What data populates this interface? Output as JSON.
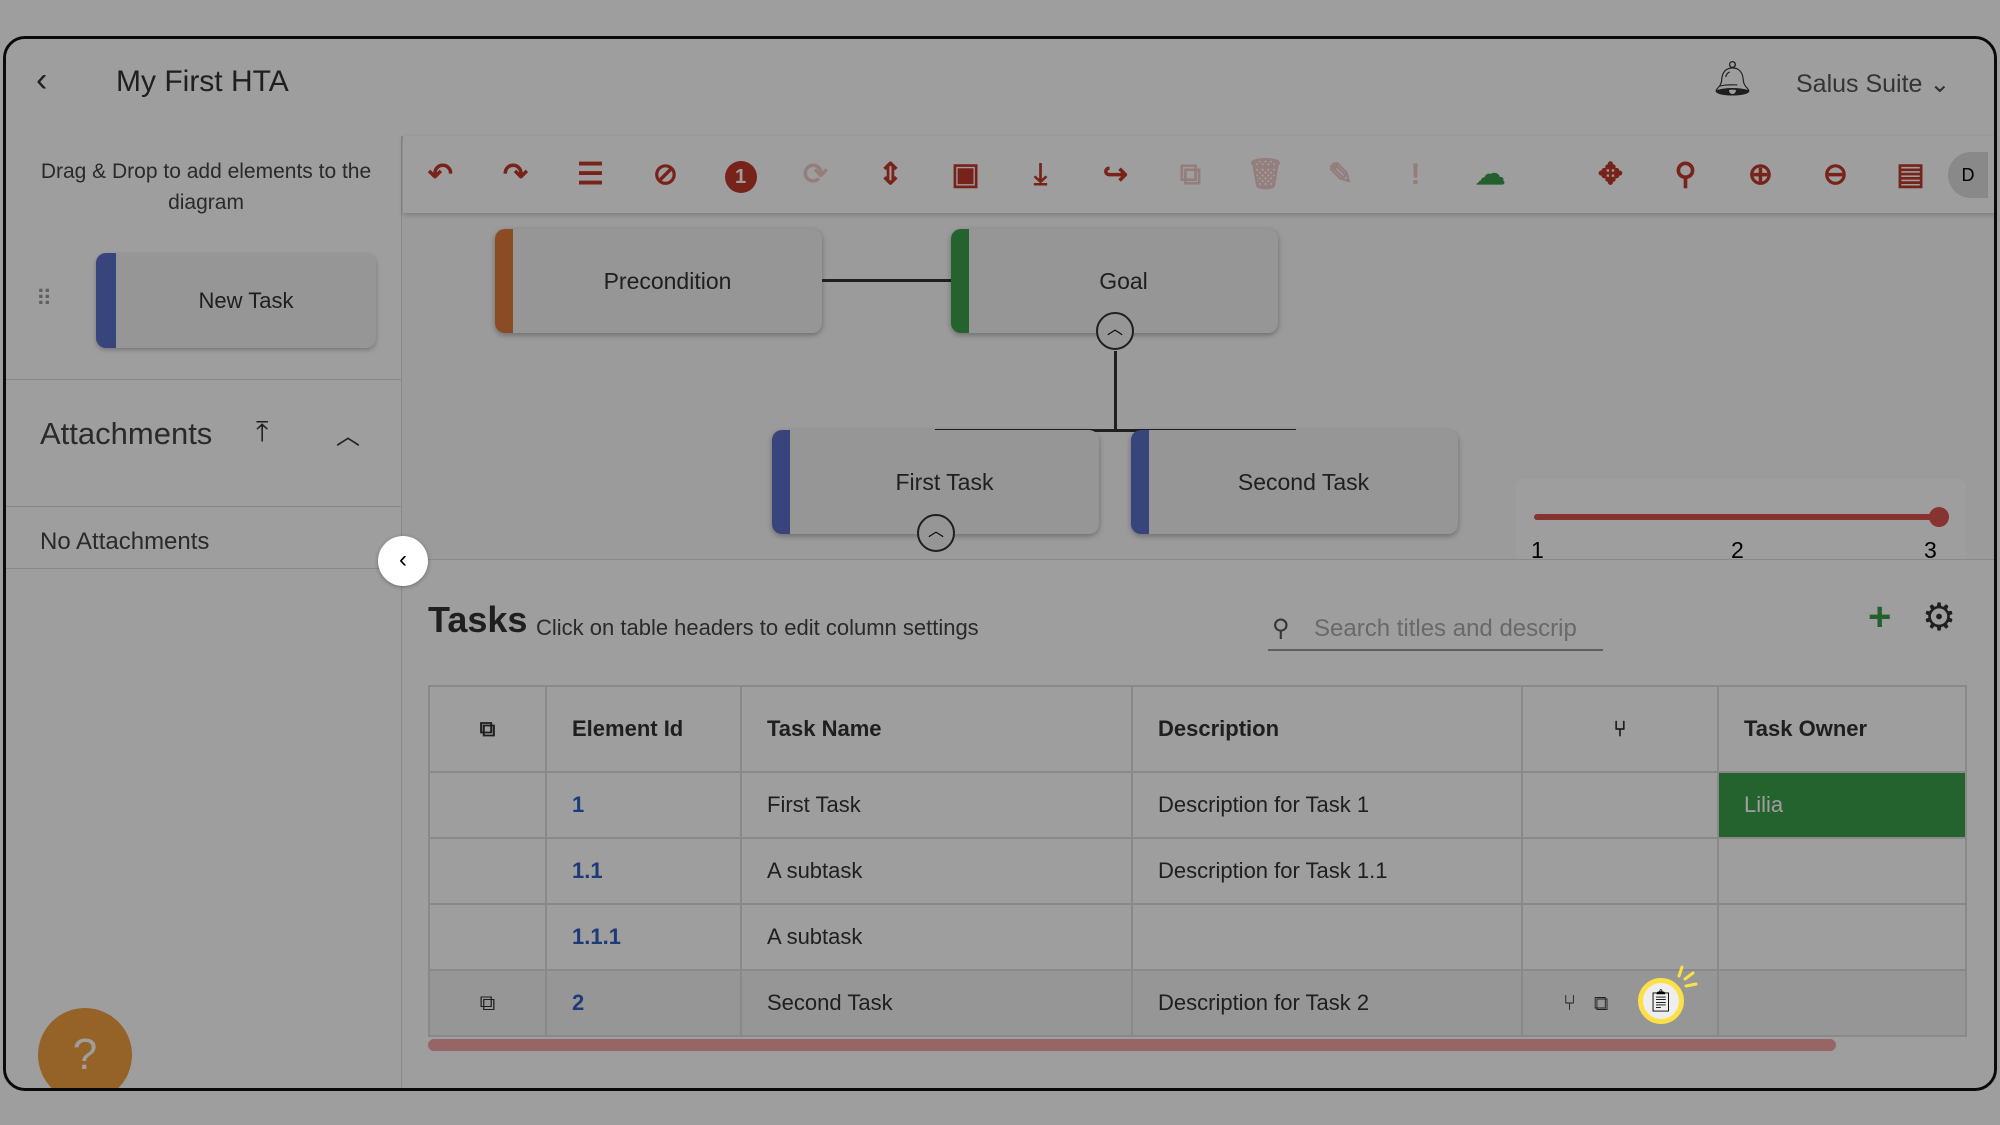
{
  "header": {
    "title": "My First HTA",
    "suite": "Salus Suite"
  },
  "sidebar": {
    "drag_hint": "Drag & Drop to add elements to the diagram",
    "new_task": "New Task",
    "attachments": "Attachments",
    "no_attachments": "No Attachments"
  },
  "toolbar": {
    "avatar": "D",
    "badge": "1"
  },
  "diagram": {
    "precondition": "Precondition",
    "goal": "Goal",
    "first": "First Task",
    "second": "Second Task",
    "slider_labels": [
      "1",
      "2",
      "3"
    ],
    "slider_value": 3
  },
  "tasks": {
    "title": "Tasks",
    "subtitle": "Click on table headers to edit column settings",
    "search_placeholder": "Search titles and descrip",
    "columns": [
      "Element Id",
      "Task Name",
      "Description",
      "Task Owner"
    ],
    "rows": [
      {
        "id": "1",
        "name": "First Task",
        "desc": "Description for Task 1",
        "owner": "Lilia"
      },
      {
        "id": "1.1",
        "name": "A subtask",
        "desc": "Description for Task 1.1",
        "owner": ""
      },
      {
        "id": "1.1.1",
        "name": "A subtask",
        "desc": "",
        "owner": ""
      },
      {
        "id": "2",
        "name": "Second Task",
        "desc": "Description for Task 2",
        "owner": ""
      }
    ]
  }
}
